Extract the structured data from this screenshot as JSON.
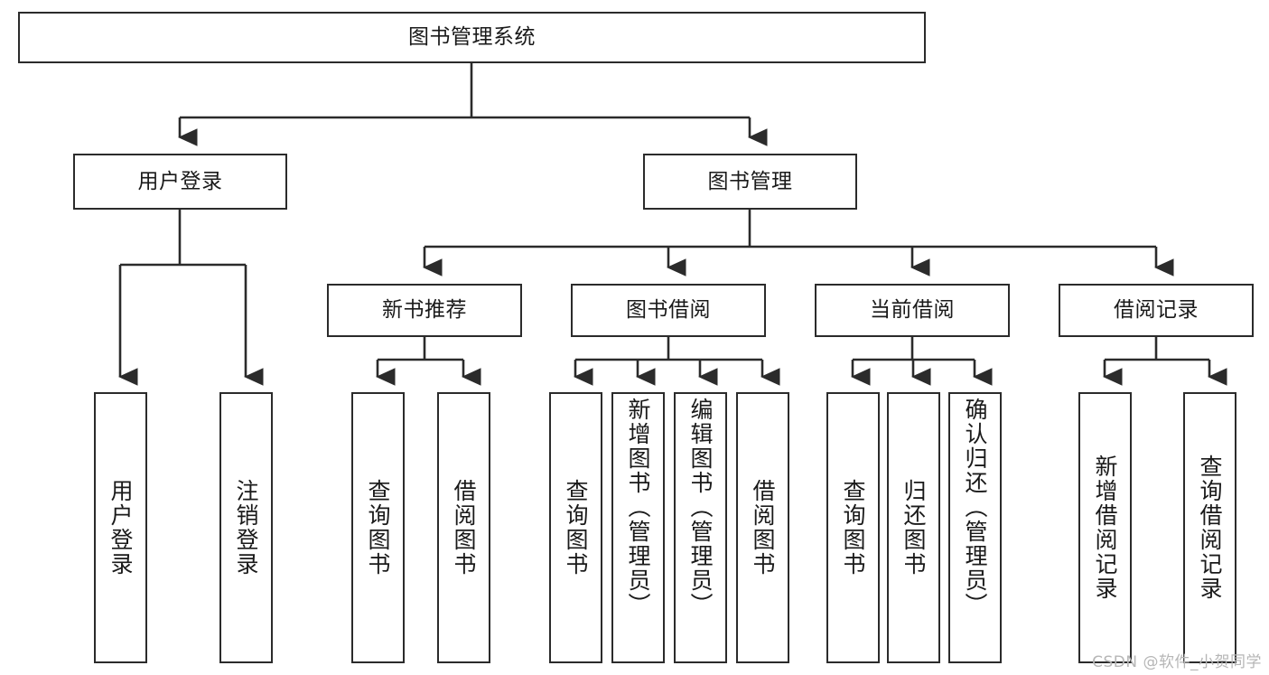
{
  "diagram": {
    "title": "图书管理系统",
    "type": "tree-hierarchy",
    "watermark": "CSDN @软件_小贺同学",
    "colors": {
      "stroke": "#2b2b2b",
      "fill": "#ffffff",
      "text": "#1a1a1a",
      "watermark": "#b6b6b6"
    },
    "root": {
      "label": "图书管理系统",
      "orientation": "horizontal"
    },
    "level2": [
      {
        "label": "用户登录",
        "orientation": "horizontal"
      },
      {
        "label": "图书管理",
        "orientation": "horizontal"
      }
    ],
    "level3": [
      {
        "label": "新书推荐",
        "orientation": "horizontal",
        "parent": "图书管理"
      },
      {
        "label": "图书借阅",
        "orientation": "horizontal",
        "parent": "图书管理"
      },
      {
        "label": "当前借阅",
        "orientation": "horizontal",
        "parent": "图书管理"
      },
      {
        "label": "借阅记录",
        "orientation": "horizontal",
        "parent": "图书管理"
      }
    ],
    "leaves": [
      {
        "label": "用户登录",
        "orientation": "vertical",
        "parent": "用户登录"
      },
      {
        "label": "注销登录",
        "orientation": "vertical",
        "parent": "用户登录"
      },
      {
        "label": "查询图书",
        "orientation": "vertical",
        "parent": "新书推荐"
      },
      {
        "label": "借阅图书",
        "orientation": "vertical",
        "parent": "新书推荐"
      },
      {
        "label": "查询图书",
        "orientation": "vertical",
        "parent": "图书借阅"
      },
      {
        "label": "新增图书（管理员）",
        "orientation": "vertical",
        "parent": "图书借阅"
      },
      {
        "label": "编辑图书（管理员）",
        "orientation": "vertical",
        "parent": "图书借阅"
      },
      {
        "label": "借阅图书",
        "orientation": "vertical",
        "parent": "图书借阅"
      },
      {
        "label": "查询图书",
        "orientation": "vertical",
        "parent": "当前借阅"
      },
      {
        "label": "归还图书",
        "orientation": "vertical",
        "parent": "当前借阅"
      },
      {
        "label": "确认归还（管理员）",
        "orientation": "vertical",
        "parent": "当前借阅"
      },
      {
        "label": "新增借阅记录",
        "orientation": "vertical",
        "parent": "借阅记录"
      },
      {
        "label": "查询借阅记录",
        "orientation": "vertical",
        "parent": "借阅记录"
      }
    ]
  }
}
